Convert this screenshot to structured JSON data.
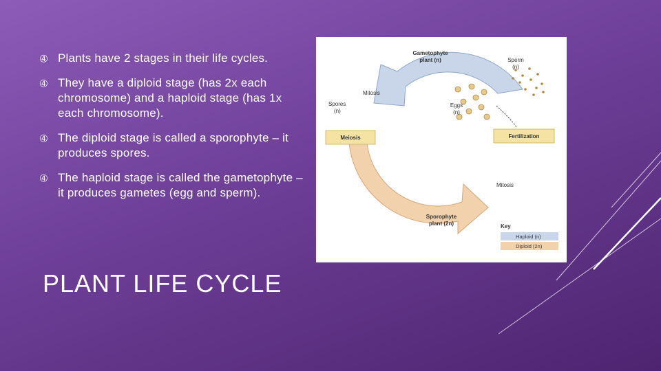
{
  "slide": {
    "bullet_icon": "circled-arrow-icon",
    "bullets": [
      "Plants have 2 stages in their life cycles.",
      "They have a diploid stage (has 2x each chromosome) and a haploid stage (has 1x each chromosome).",
      "The diploid stage is called a sporophyte – it produces spores.",
      "The haploid stage is called the gametophyte – it produces gametes (egg and sperm)."
    ],
    "title": "PLANT LIFE CYCLE"
  },
  "diagram": {
    "gametophyte": [
      "Gametophyte",
      "plant (n)"
    ],
    "sperm": [
      "Sperm",
      "(n)"
    ],
    "mitosis_top": "Mitosis",
    "spores": [
      "Spores",
      "(n)"
    ],
    "eggs": [
      "Eggs",
      "(n)"
    ],
    "meiosis": "Meiosis",
    "fertilization": "Fertilization",
    "mitosis_bottom": "Mitosis",
    "sporophyte": [
      "Sporophyte",
      "plant (2n)"
    ],
    "key_title": "Key",
    "key_haploid": "Haploid (n)",
    "key_diploid": "Diploid (2n)",
    "colors": {
      "haploid": "#c9d6ea",
      "diploid": "#f2d2ad",
      "label_box": "#f4e3a3"
    }
  }
}
